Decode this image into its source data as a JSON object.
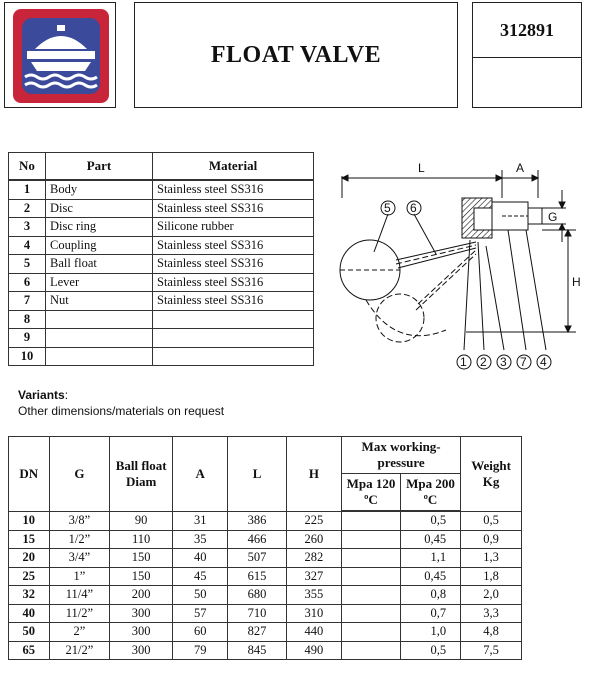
{
  "header": {
    "title": "FLOAT VALVE",
    "code": "312891",
    "colors": {
      "logo_blue": "#3b4a9a",
      "logo_red": "#c8243a"
    }
  },
  "parts": {
    "headers": [
      "No",
      "Part",
      "Material"
    ],
    "rows": [
      [
        "1",
        "Body",
        "Stainless steel SS316"
      ],
      [
        "2",
        "Disc",
        "Stainless steel SS316"
      ],
      [
        "3",
        "Disc ring",
        "Silicone rubber"
      ],
      [
        "4",
        "Coupling",
        "Stainless steel SS316"
      ],
      [
        "5",
        "Ball float",
        "Stainless steel SS316"
      ],
      [
        "6",
        "Lever",
        "Stainless steel SS316"
      ],
      [
        "7",
        "Nut",
        "Stainless steel SS316"
      ],
      [
        "8",
        "",
        ""
      ],
      [
        "9",
        "",
        ""
      ],
      [
        "10",
        "",
        ""
      ]
    ]
  },
  "variants": {
    "label": "Variants",
    "text": "Other dimensions/materials on request"
  },
  "drawing": {
    "labels": [
      "L",
      "A",
      "G",
      "H"
    ],
    "callouts": [
      "1",
      "2",
      "3",
      "7",
      "4",
      "5",
      "6"
    ]
  },
  "dimensions": {
    "headers": {
      "dn": "DN",
      "g": "G",
      "ball": "Ball float Diam",
      "a": "A",
      "l": "L",
      "h": "H",
      "pressure": "Max working-pressure",
      "mpa120": "Mpa 120 ºC",
      "mpa200": "Mpa 200 ºC",
      "weight": "Weight Kg"
    },
    "rows": [
      [
        "10",
        "3/8”",
        "90",
        "31",
        "386",
        "225",
        "",
        "0,5",
        "0,5"
      ],
      [
        "15",
        "1/2”",
        "110",
        "35",
        "466",
        "260",
        "",
        "0,45",
        "0,9"
      ],
      [
        "20",
        "3/4”",
        "150",
        "40",
        "507",
        "282",
        "",
        "1,1",
        "1,3"
      ],
      [
        "25",
        "1”",
        "150",
        "45",
        "615",
        "327",
        "",
        "0,45",
        "1,8"
      ],
      [
        "32",
        "11/4”",
        "200",
        "50",
        "680",
        "355",
        "",
        "0,8",
        "2,0"
      ],
      [
        "40",
        "11/2”",
        "300",
        "57",
        "710",
        "310",
        "",
        "0,7",
        "3,3"
      ],
      [
        "50",
        "2”",
        "300",
        "60",
        "827",
        "440",
        "",
        "1,0",
        "4,8"
      ],
      [
        "65",
        "21/2”",
        "300",
        "79",
        "845",
        "490",
        "",
        "0,5",
        "7,5"
      ]
    ]
  }
}
